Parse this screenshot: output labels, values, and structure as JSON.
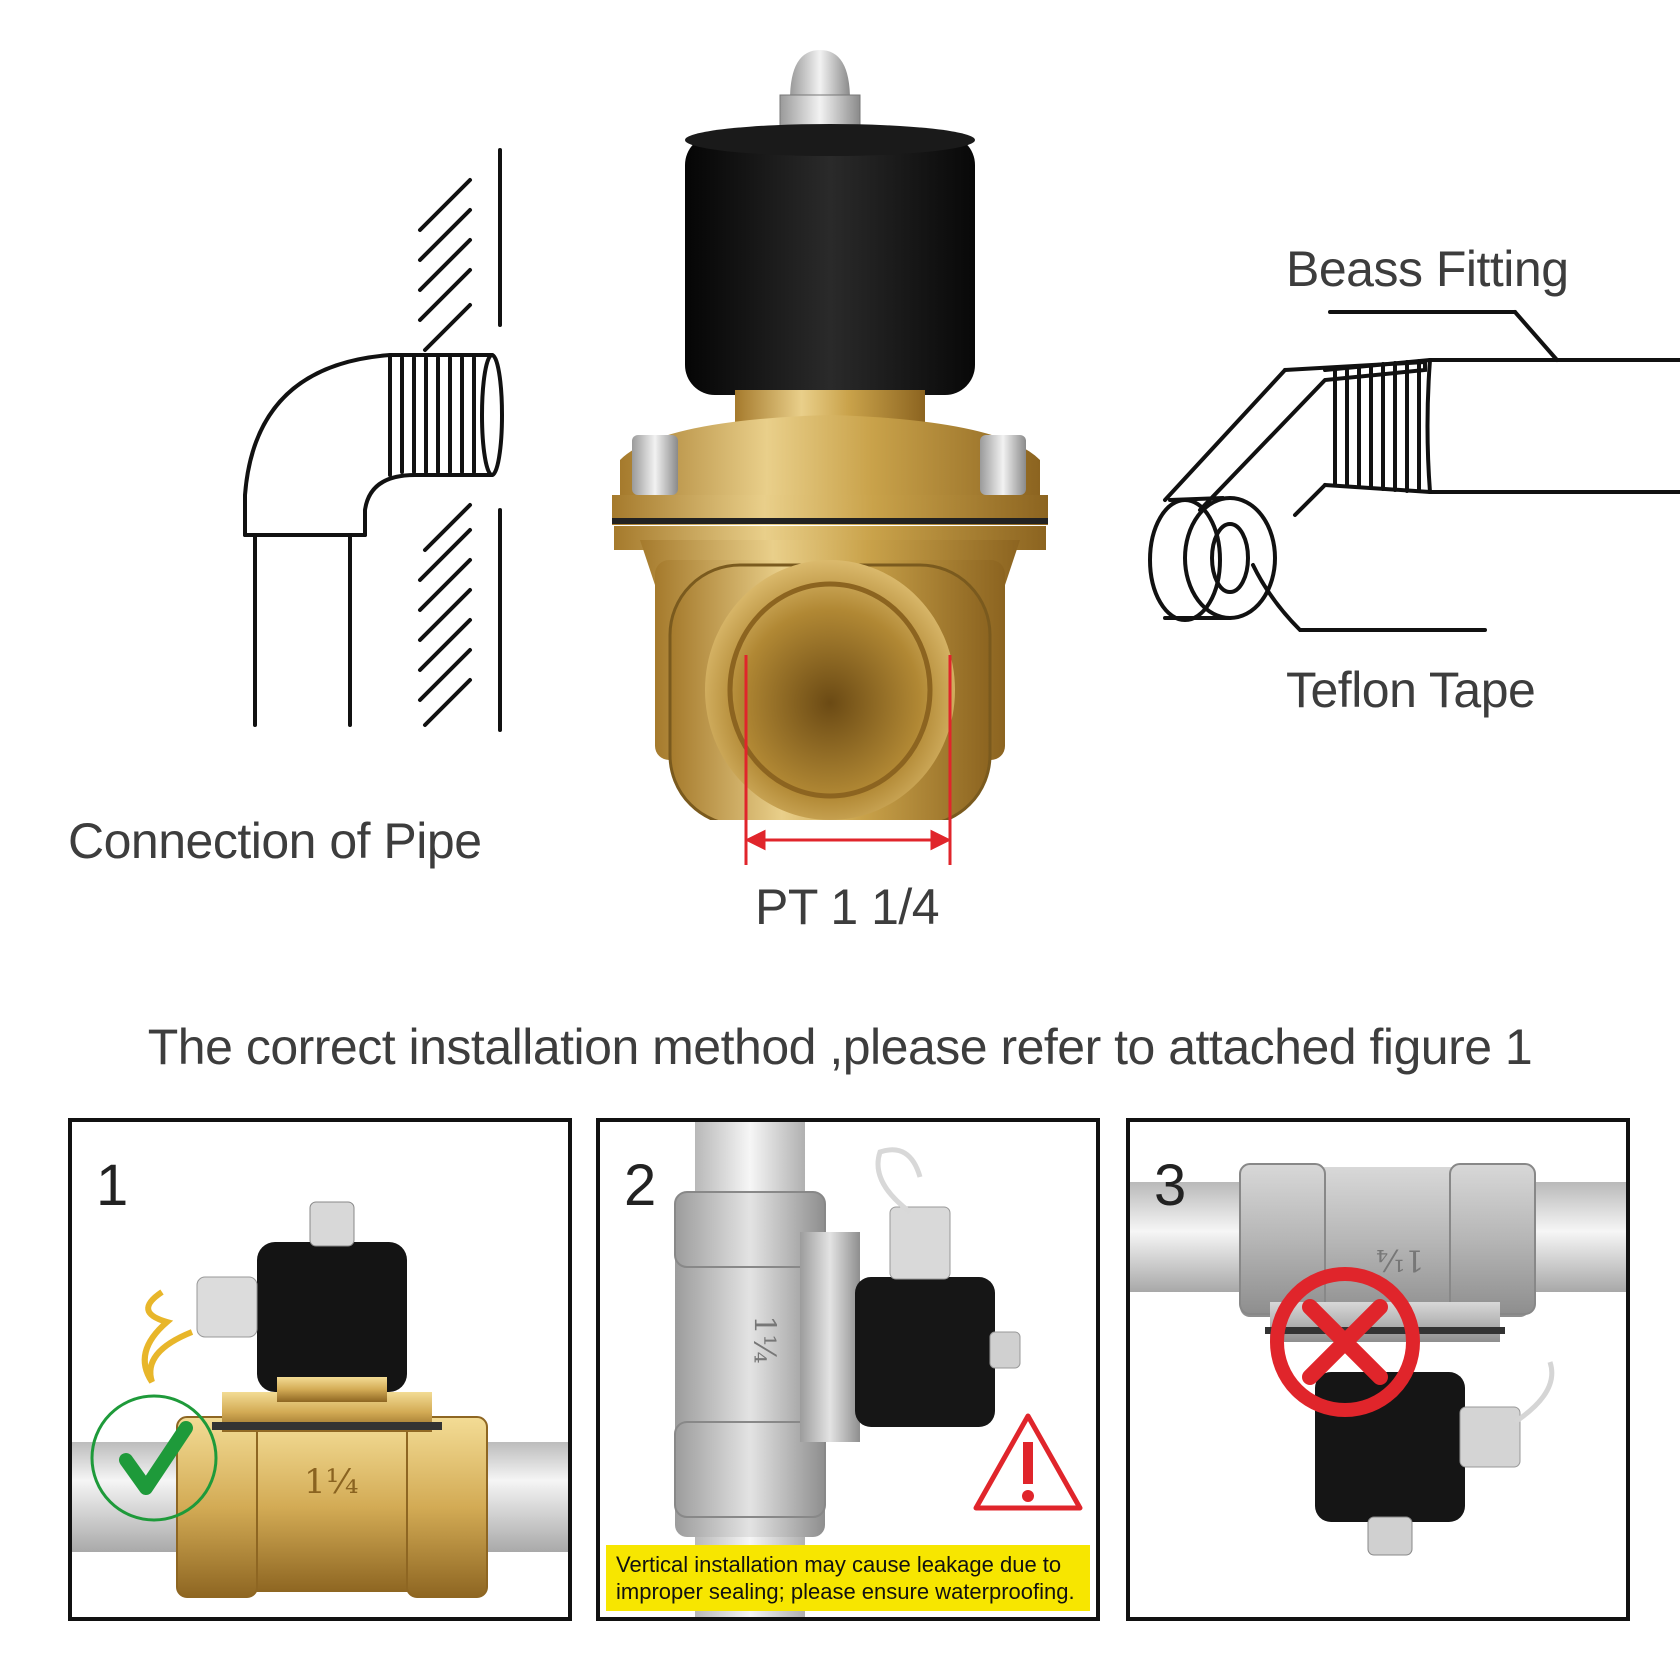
{
  "diagram": {
    "pipe_label": "Connection of Pipe",
    "port_size_label": "PT 1 1/4",
    "fitting_label": "Beass Fitting",
    "tape_label": "Teflon Tape"
  },
  "instruction": "The correct installation method ,please refer to attached figure 1",
  "panels": [
    {
      "number": "1",
      "body_mark": "1¼",
      "status": "check-icon"
    },
    {
      "number": "2",
      "body_mark": "1¼",
      "status": "warning-icon",
      "warning_line1": "Vertical installation may cause leakage due to",
      "warning_line2": "improper sealing; please ensure waterproofing."
    },
    {
      "number": "3",
      "body_mark": "1¼",
      "status": "cross-icon"
    }
  ],
  "colors": {
    "brass": "#c9a24a",
    "coil": "#1c1c1c",
    "measure_red": "#e0252b",
    "check_green": "#1e9a3a",
    "warning_yellow": "#f7e600"
  }
}
